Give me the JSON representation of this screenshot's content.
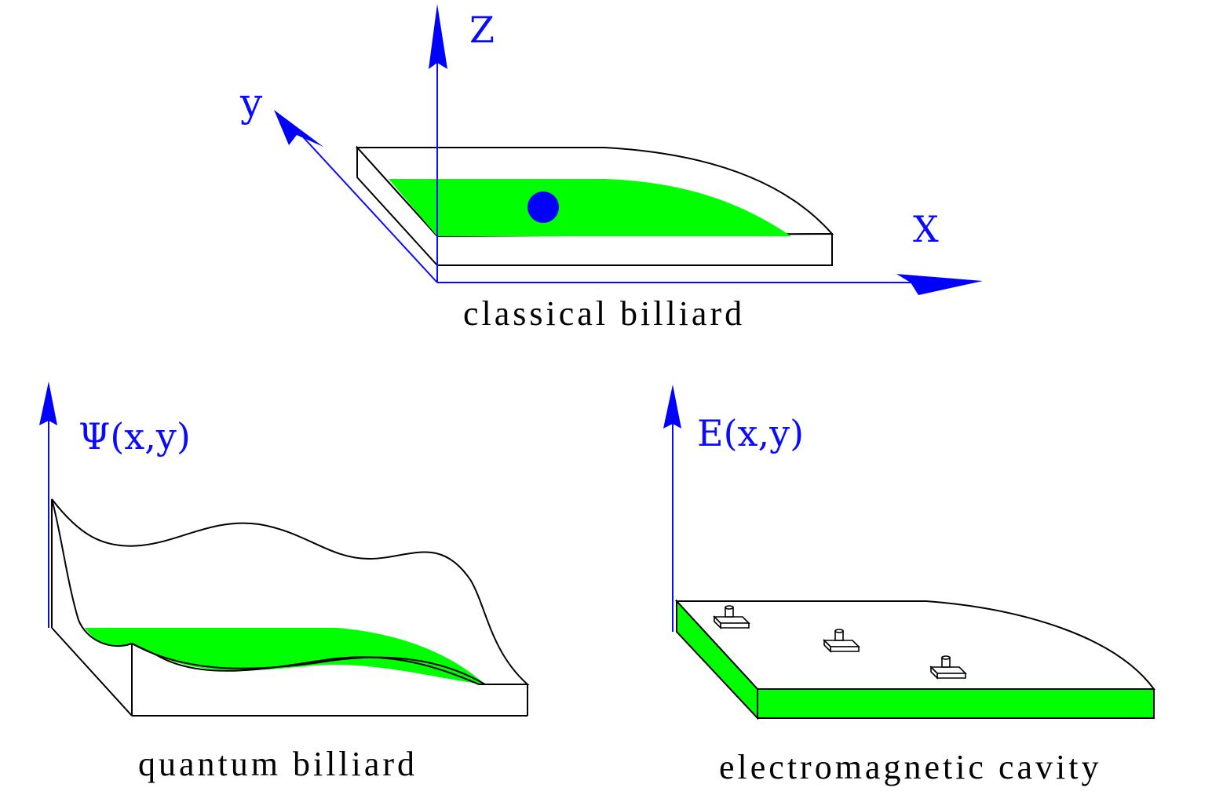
{
  "colors": {
    "axis": "#0a0aff",
    "fill": "#00ff00",
    "outline": "#000000",
    "ball": "#0000ff",
    "background": "#ffffff"
  },
  "classical": {
    "caption": "classical billiard",
    "axis_z": "Z",
    "axis_y": "y",
    "axis_x": "X"
  },
  "quantum": {
    "caption": "quantum billiard",
    "axis_label": "Ψ(x,y)"
  },
  "cavity": {
    "caption": "electromagnetic cavity",
    "axis_label": "E(x,y)",
    "antenna_count": 3
  }
}
